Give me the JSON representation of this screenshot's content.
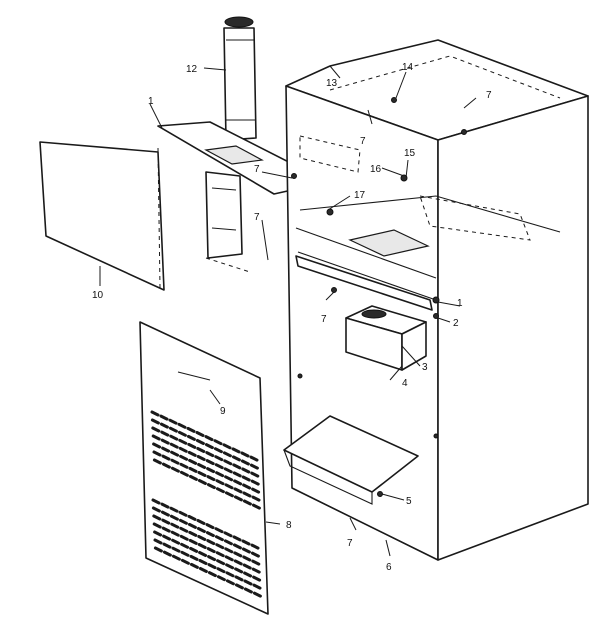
{
  "callouts": {
    "c1a": "1",
    "c1b": "1",
    "c2": "2",
    "c3": "3",
    "c4": "4",
    "c5": "5",
    "c6": "6",
    "c7a": "7",
    "c7b": "7",
    "c7c": "7",
    "c7d": "7",
    "c7e": "7",
    "c7f": "7",
    "c8": "8",
    "c9": "9",
    "c10": "10",
    "c12": "12",
    "c13": "13",
    "c14": "14",
    "c15": "15",
    "c16": "16",
    "c17": "17"
  },
  "colors": {
    "line": "#1a1a1a",
    "background": "#ffffff"
  }
}
